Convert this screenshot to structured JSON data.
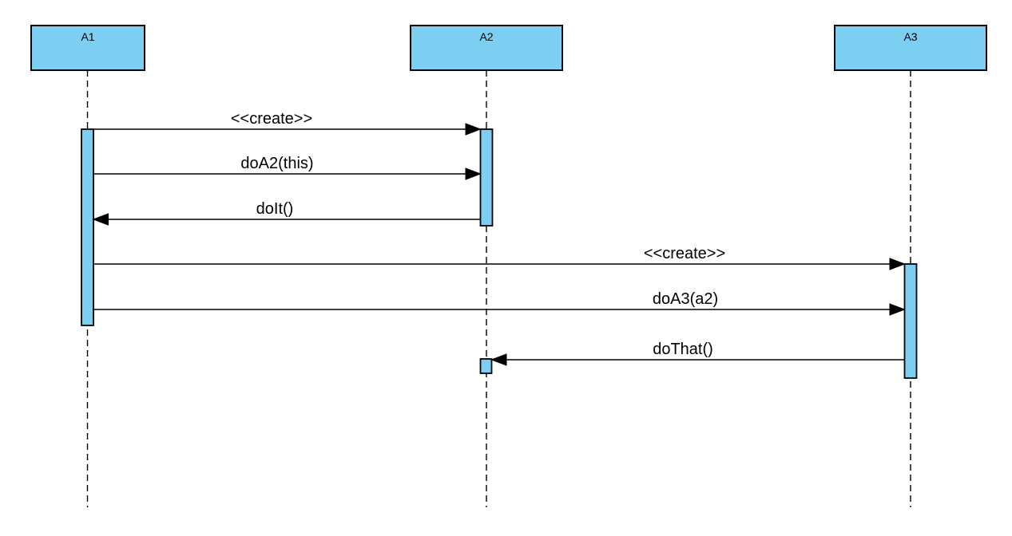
{
  "diagram": {
    "type": "uml-sequence-diagram",
    "colors": {
      "background": "#ffffff",
      "box_fill": "#7CCFF1",
      "box_border": "#000000",
      "line": "#000000",
      "text": "#000000"
    },
    "participants": [
      {
        "name": "A1"
      },
      {
        "name": "A2"
      },
      {
        "name": "A3"
      }
    ],
    "messages": [
      {
        "label": "<<create>>",
        "from": "A1",
        "to": "A2",
        "kind": "create",
        "direction": "right"
      },
      {
        "label": "doA2(this)",
        "from": "A1",
        "to": "A2",
        "kind": "call",
        "direction": "right"
      },
      {
        "label": "doIt()",
        "from": "A2",
        "to": "A1",
        "kind": "call",
        "direction": "left"
      },
      {
        "label": "<<create>>",
        "from": "A1",
        "to": "A3",
        "kind": "create",
        "direction": "right"
      },
      {
        "label": "doA3(a2)",
        "from": "A1",
        "to": "A3",
        "kind": "call",
        "direction": "right"
      },
      {
        "label": "doThat()",
        "from": "A3",
        "to": "A2",
        "kind": "call",
        "direction": "left"
      }
    ],
    "activations": [
      {
        "participant": "A1"
      },
      {
        "participant": "A2"
      },
      {
        "participant": "A3"
      },
      {
        "participant": "A2"
      }
    ]
  }
}
